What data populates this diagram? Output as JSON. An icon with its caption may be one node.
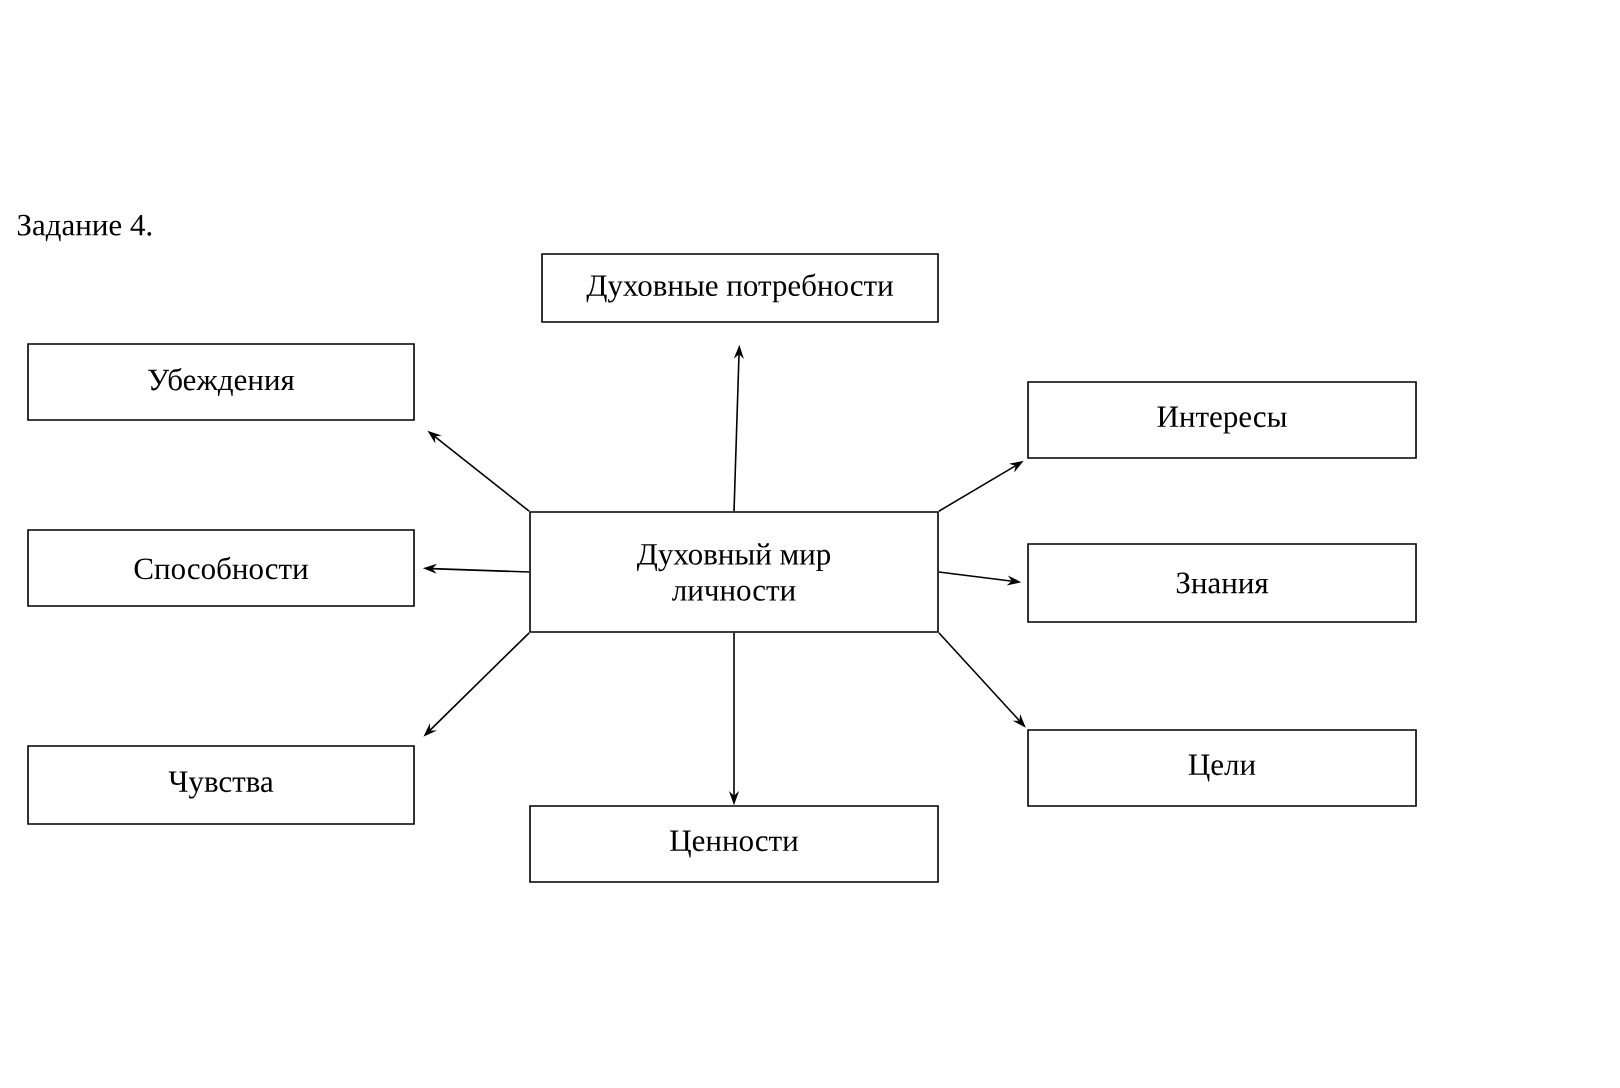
{
  "diagram": {
    "nodes": [
      {
        "text": [
          "Духовные потребности"
        ]
      },
      {
        "text": [
          "Убеждения"
        ]
      },
      {
        "text": [
          "Интересы"
        ]
      },
      {
        "text": [
          "Способности"
        ]
      },
      {
        "text": [
          "Духовный мир личности"
        ]
      },
      {
        "text": [
          "Знания"
        ]
      },
      {
        "text": [
          "Чувства"
        ]
      },
      {
        "text": [
          "Цели"
        ]
      },
      {
        "text": [
          "Ценности"
        ]
      }
    ],
    "edges": [
      {
        "from": 4,
        "to": 0,
        "arrow": "to"
      },
      {
        "from": 4,
        "to": 1,
        "arrow": "to"
      },
      {
        "from": 4,
        "to": 2,
        "arrow": "to"
      },
      {
        "from": 4,
        "to": 3,
        "arrow": "to"
      },
      {
        "from": 4,
        "to": 5,
        "arrow": "to"
      },
      {
        "from": 4,
        "to": 6,
        "arrow": "to"
      },
      {
        "from": 4,
        "to": 7,
        "arrow": "to"
      },
      {
        "from": 4,
        "to": 8,
        "arrow": "to"
      }
    ],
    "labels": [
      "Задание 4."
    ]
  }
}
